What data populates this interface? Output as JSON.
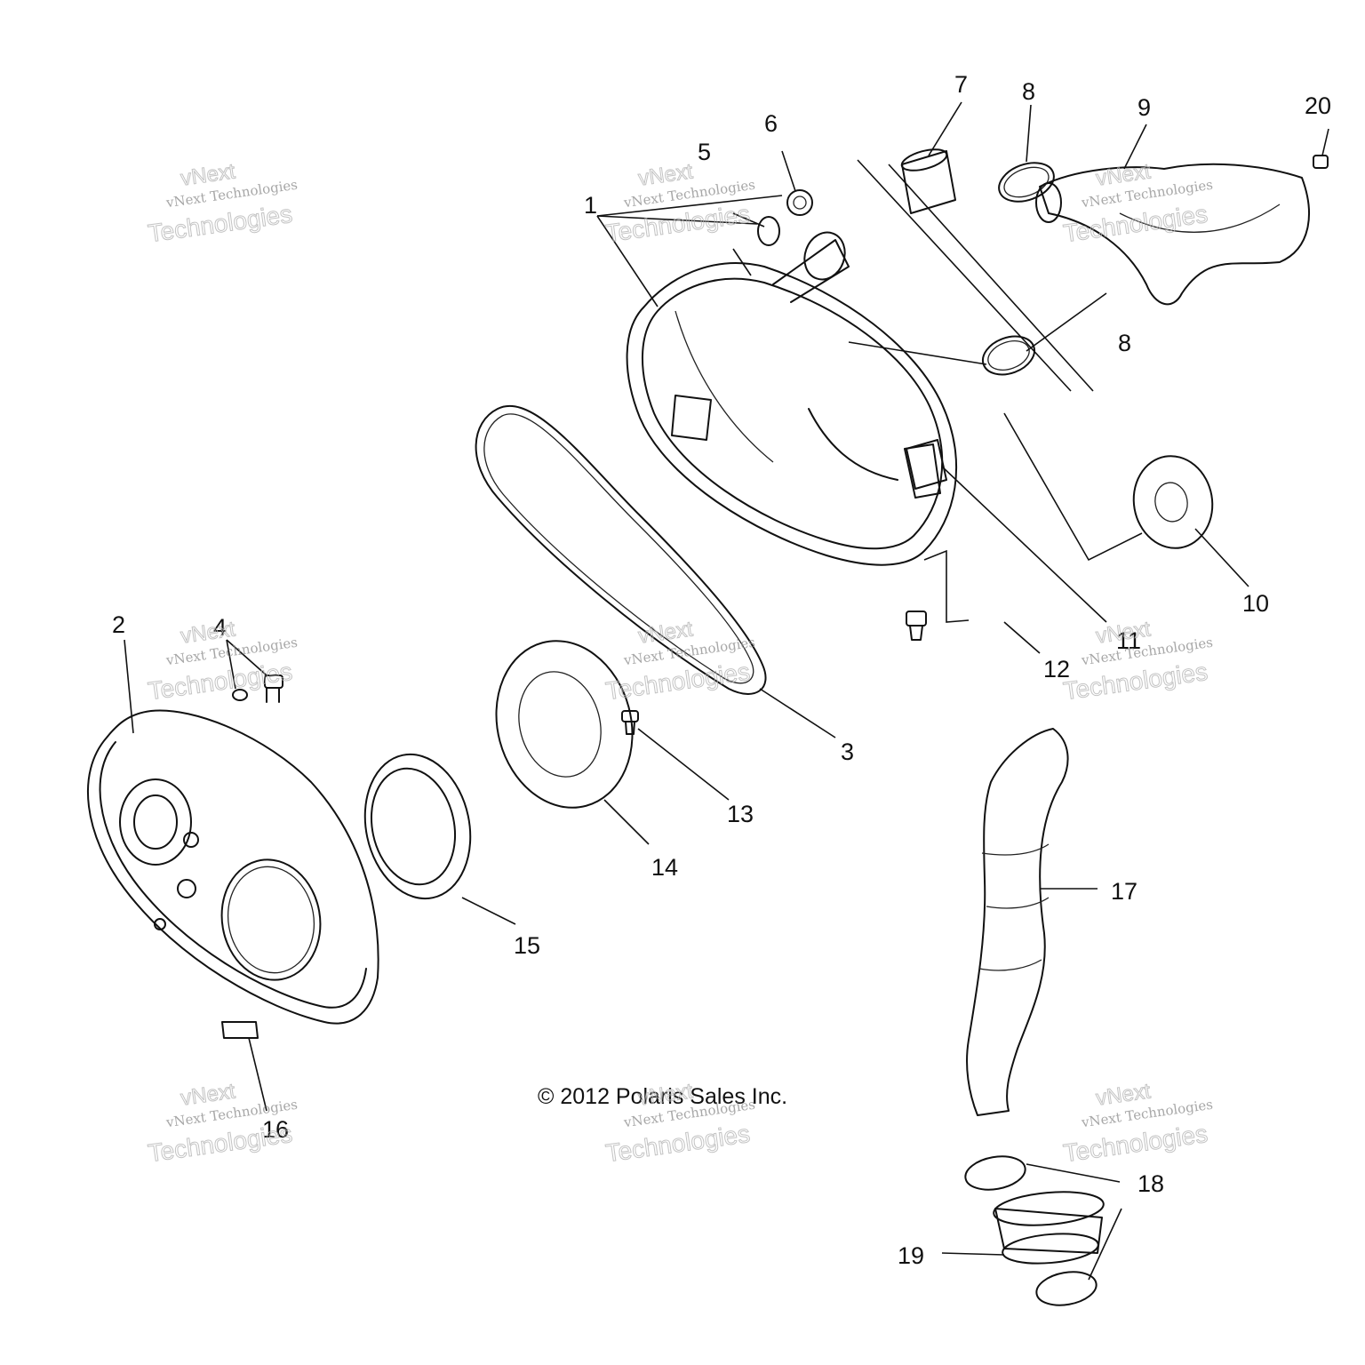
{
  "diagram": {
    "copyright": "© 2012 Polaris Sales Inc.",
    "callouts": [
      "1",
      "2",
      "3",
      "4",
      "5",
      "6",
      "7",
      "8",
      "8",
      "9",
      "10",
      "11",
      "12",
      "13",
      "14",
      "15",
      "16",
      "17",
      "18",
      "19",
      "20"
    ],
    "watermark": {
      "line_top": "vNext",
      "line_mid": "vNext Technologies",
      "line_bottom": "Technologies"
    }
  }
}
